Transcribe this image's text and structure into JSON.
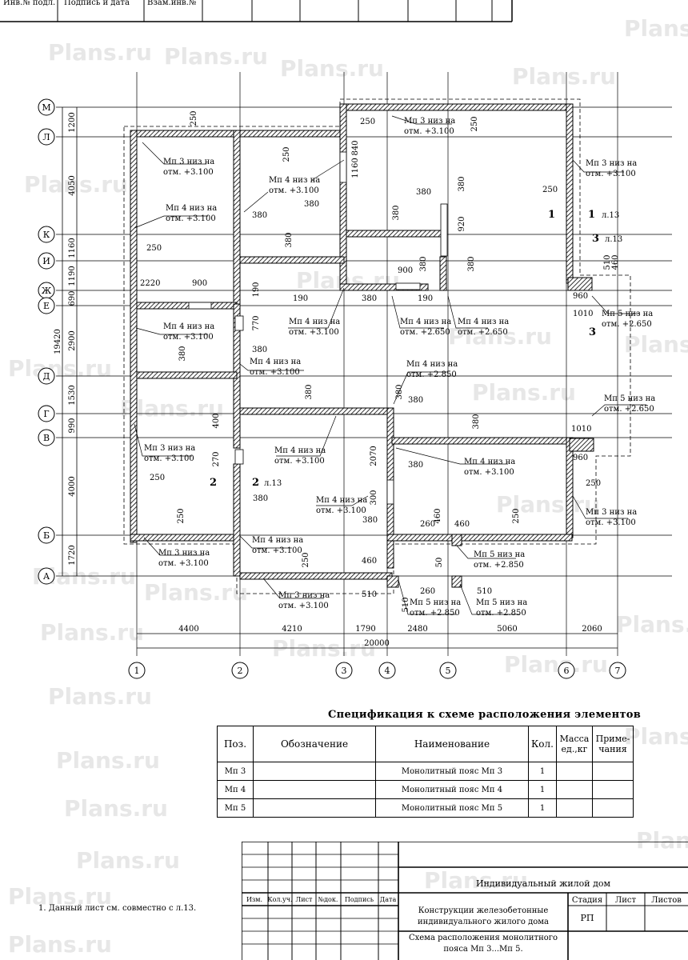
{
  "watermark": "Plans.ru",
  "header_strip": {
    "labels": [
      "Инв.№ подл.",
      "Подпись и дата",
      "Взам.инв.№"
    ]
  },
  "plan": {
    "row_axes": [
      "М",
      "Л",
      "К",
      "И",
      "Ж",
      "Е",
      "Д",
      "Г",
      "В",
      "Б",
      "А"
    ],
    "col_axes": [
      "1",
      "2",
      "3",
      "4",
      "5",
      "6",
      "7"
    ],
    "left_dims": [
      "1200",
      "4050",
      "1160",
      "1190",
      "690",
      "2900",
      "1530",
      "990",
      "4000",
      "1720"
    ],
    "total_left": "19420",
    "bottom_dims": [
      "4400",
      "4210",
      "1790",
      "2480",
      "5060",
      "2060"
    ],
    "total_bottom": "20000",
    "belt_labels": [
      {
        "name": "Мп 3 низ на",
        "level": "отм. +3.100"
      },
      {
        "name": "Мп 4 низ на",
        "level": "отм. +3.100"
      },
      {
        "name": "Мп 4 низ на",
        "level": "отм. +2.650"
      },
      {
        "name": "Мп 4 низ на",
        "level": "отм. +2.850"
      },
      {
        "name": "Мп 5 низ на",
        "level": "отм. +2.650"
      },
      {
        "name": "Мп 5 низ на",
        "level": "отм. +2.850"
      }
    ],
    "section_marks": [
      "1",
      "2",
      "3",
      "л.13"
    ],
    "inner_dims": [
      "250",
      "380",
      "190",
      "900",
      "2220",
      "770",
      "400",
      "270",
      "460",
      "510",
      "260",
      "50",
      "920",
      "1160",
      "840",
      "960",
      "1010",
      "2070",
      "300"
    ]
  },
  "spec": {
    "title": "Спецификация к схеме расположения элементов",
    "headers": [
      "Поз.",
      "Обозначение",
      "Наименование",
      "Кол.",
      "Масса ед.,кг",
      "Приме- чания"
    ],
    "rows": [
      {
        "pos": "Мп 3",
        "designation": "",
        "name": "Монолитный пояс Мп 3",
        "qty": "1",
        "mass": "",
        "note": ""
      },
      {
        "pos": "Мп 4",
        "designation": "",
        "name": "Монолитный пояс Мп 4",
        "qty": "1",
        "mass": "",
        "note": ""
      },
      {
        "pos": "Мп 5",
        "designation": "",
        "name": "Монолитный пояс Мп 5",
        "qty": "1",
        "mass": "",
        "note": ""
      }
    ]
  },
  "note": "1. Данный лист см. совместно с л.13.",
  "stamp": {
    "cols": [
      "Изм.",
      "Кол.уч.",
      "Лист",
      "№док.",
      "Подпись",
      "Дата"
    ],
    "project": "Индивидуальный жилой дом",
    "title1": "Конструкции железобетонные индивидуального жилого дома",
    "title2": "Схема расположения монолитного пояса Мп 3...Мп 5.",
    "stage_label": "Стадия",
    "sheet_label": "Лист",
    "sheets_label": "Листов",
    "stage": "РП"
  }
}
